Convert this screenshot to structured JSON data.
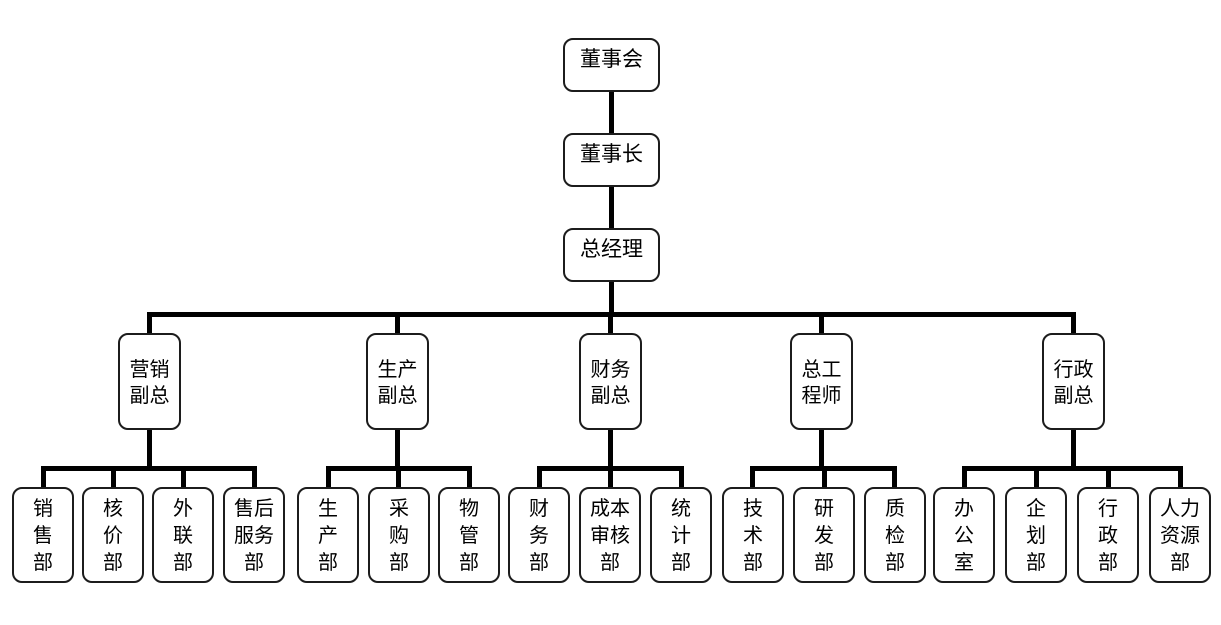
{
  "org": {
    "root": [
      {
        "label": "董事会"
      },
      {
        "label": "董事长"
      },
      {
        "label": "总经理"
      }
    ],
    "branches": [
      {
        "label": "营销\n副总",
        "departments": [
          {
            "label": "销\n售\n部"
          },
          {
            "label": "核\n价\n部"
          },
          {
            "label": "外\n联\n部"
          },
          {
            "label": "售后\n服务\n部"
          }
        ]
      },
      {
        "label": "生产\n副总",
        "departments": [
          {
            "label": "生\n产\n部"
          },
          {
            "label": "采\n购\n部"
          },
          {
            "label": "物\n管\n部"
          }
        ]
      },
      {
        "label": "财务\n副总",
        "departments": [
          {
            "label": "财\n务\n部"
          },
          {
            "label": "成本\n审核\n部"
          },
          {
            "label": "统\n计\n部"
          }
        ]
      },
      {
        "label": "总工\n程师",
        "departments": [
          {
            "label": "技\n术\n部"
          },
          {
            "label": "研\n发\n部"
          },
          {
            "label": "质\n检\n部"
          }
        ]
      },
      {
        "label": "行政\n副总",
        "departments": [
          {
            "label": "办\n公\n室"
          },
          {
            "label": "企\n划\n部"
          },
          {
            "label": "行\n政\n部"
          },
          {
            "label": "人力\n资源\n部"
          }
        ]
      }
    ],
    "colors": {
      "line": "#000000",
      "border": "#1c1c1c",
      "background": "#ffffff"
    }
  }
}
